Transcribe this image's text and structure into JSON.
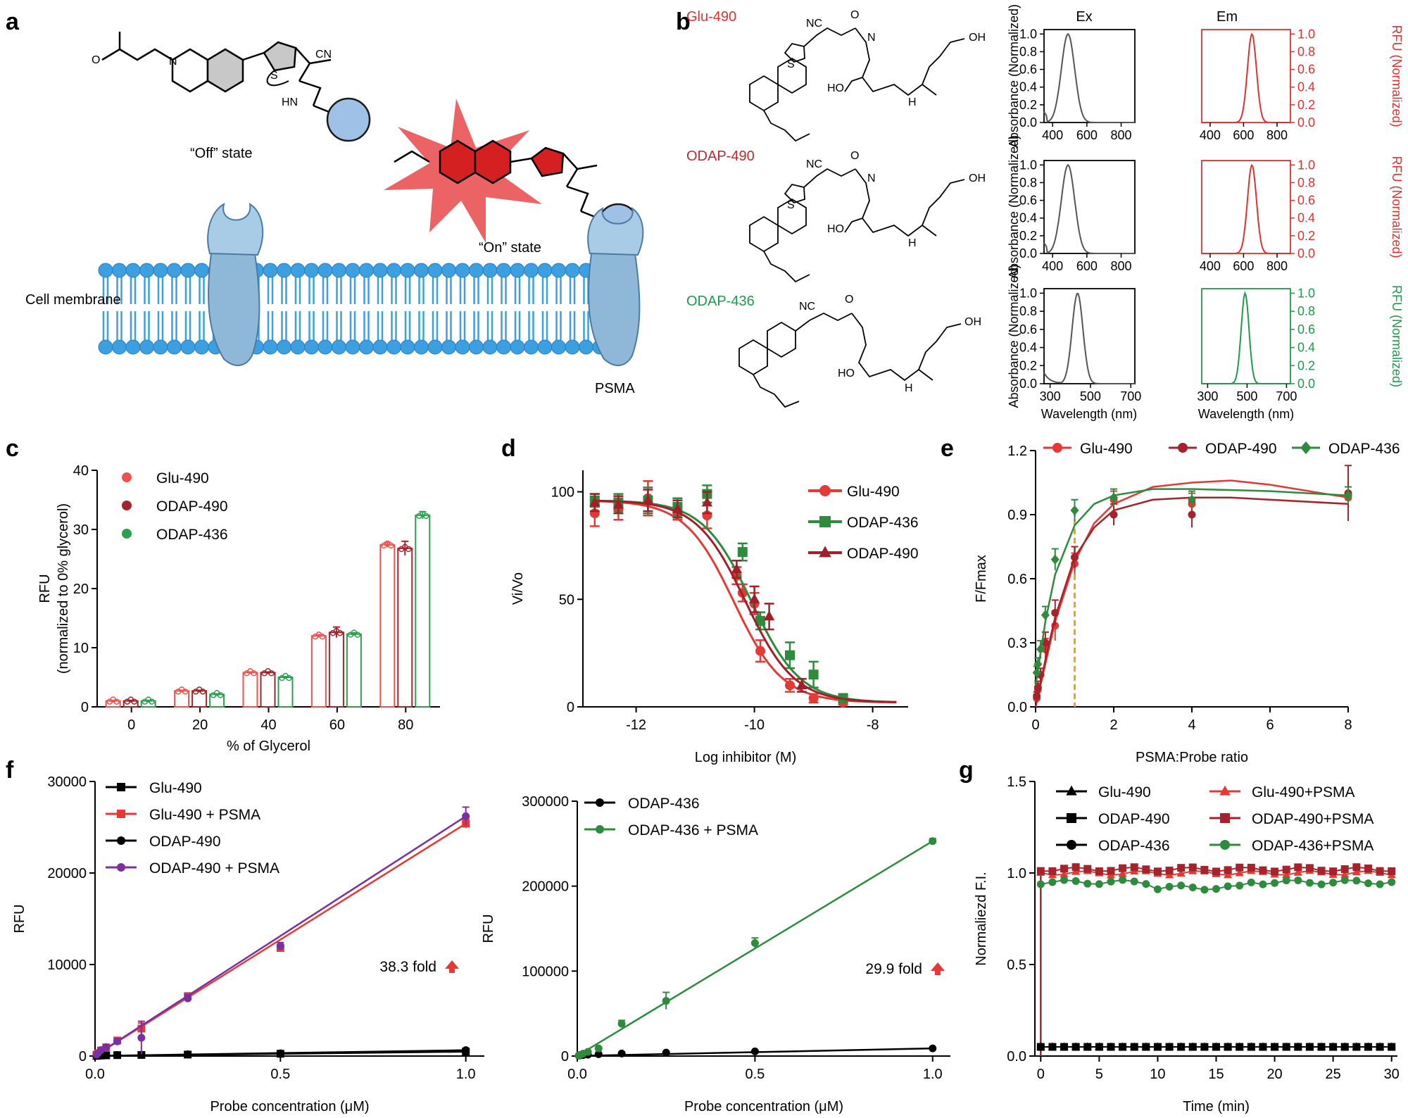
{
  "panels": [
    {
      "label": "a"
    },
    {
      "label": "b"
    },
    {
      "label": "c"
    },
    {
      "label": "d"
    },
    {
      "label": "e"
    },
    {
      "label": "f"
    },
    {
      "label": "g"
    }
  ],
  "a": {
    "off_state": "“Off” state",
    "on_state": "“On” state",
    "cell_membrane": "Cell membrane",
    "psma": "PSMA",
    "chem_labels": [
      "CN",
      "HN",
      "S",
      "O",
      "N"
    ],
    "colors": {
      "lipid": "#3c9fe0",
      "receptor": "#8fb8d8",
      "burst": "#e8484a",
      "bead": "#9fc1e6"
    }
  },
  "b": {
    "probes": [
      {
        "name": "Glu-490",
        "color": "#e03030"
      },
      {
        "name": "ODAP-490",
        "color": "#c0282e"
      },
      {
        "name": "ODAP-436",
        "color": "#1e9a4a"
      }
    ],
    "chem_labels": [
      "NC",
      "O",
      "N",
      "H",
      "OH",
      "HO",
      "S"
    ],
    "col_titles": {
      "ex": "Ex",
      "em": "Em"
    },
    "abs_label": "Absorbance (Normalized)",
    "rfu_label": "RFU (Normalized)",
    "xlabel": "Wavelength (nm)",
    "yticks": [
      "0.0",
      "0.2",
      "0.4",
      "0.6",
      "0.8",
      "1.0"
    ]
  },
  "chart_data": [
    {
      "id": "b-spectra",
      "type": "line",
      "rows": [
        {
          "ex_peak": 490,
          "em_peak": 650,
          "xticks": [
            "400",
            "600",
            "800"
          ],
          "xlim": [
            350,
            880
          ],
          "em_color": "#e03030"
        },
        {
          "ex_peak": 490,
          "em_peak": 650,
          "xticks": [
            "400",
            "600",
            "800"
          ],
          "xlim": [
            350,
            880
          ],
          "em_color": "#e03030"
        },
        {
          "ex_peak": 436,
          "em_peak": 490,
          "xticks": [
            "300",
            "500",
            "700"
          ],
          "xlim": [
            270,
            720
          ],
          "em_color": "#1e9a4a"
        }
      ],
      "ylim": [
        0,
        1.05
      ]
    },
    {
      "id": "c",
      "type": "bar",
      "title": "",
      "xlabel": "% of Glycerol",
      "ylabel": "RFU",
      "ylabel2": "(normalized to 0% glycerol)",
      "categories": [
        "0",
        "20",
        "40",
        "60",
        "80"
      ],
      "ylim": [
        0,
        40
      ],
      "yticks": [
        "0",
        "10",
        "20",
        "30",
        "40"
      ],
      "series": [
        {
          "name": "Glu-490",
          "color": "#ef5350",
          "values": [
            1.0,
            2.7,
            5.8,
            12.0,
            27.4
          ],
          "err": [
            0.1,
            0.1,
            0.1,
            0.2,
            0.4
          ]
        },
        {
          "name": "ODAP-490",
          "color": "#a5232b",
          "values": [
            1.0,
            2.7,
            5.8,
            12.6,
            26.8
          ],
          "err": [
            0.1,
            0.1,
            0.1,
            0.9,
            1.2
          ]
        },
        {
          "name": "ODAP-436",
          "color": "#2e9e4f",
          "values": [
            1.0,
            2.1,
            5.0,
            12.3,
            32.4
          ],
          "err": [
            0.1,
            0.1,
            0.1,
            0.2,
            0.6
          ]
        }
      ]
    },
    {
      "id": "d",
      "type": "scatter",
      "xlabel": "Log inhibitor (M)",
      "ylabel": "Vi/Vo",
      "xlim": [
        -12.9,
        -7.4
      ],
      "ylim": [
        0,
        110
      ],
      "xticks": [
        "-12",
        "-10",
        "-8"
      ],
      "yticks": [
        "0",
        "50",
        "100"
      ],
      "series": [
        {
          "name": "Glu-490",
          "color": "#e53935",
          "marker": "circle",
          "logIC50": -10.35,
          "x": [
            -12.7,
            -12.3,
            -11.8,
            -11.3,
            -10.8,
            -10.3,
            -10.2,
            -10.0,
            -9.9,
            -9.4,
            -9.0,
            -8.5
          ],
          "y": [
            90,
            92,
            97,
            90,
            89,
            61,
            53,
            48,
            26,
            10,
            4,
            2
          ],
          "err": [
            6,
            5,
            8,
            3,
            6,
            4,
            4,
            5,
            5,
            3,
            2,
            1
          ]
        },
        {
          "name": "ODAP-436",
          "color": "#2e8b3d",
          "marker": "square",
          "logIC50": -10.05,
          "x": [
            -12.7,
            -12.3,
            -11.8,
            -11.3,
            -10.8,
            -10.2,
            -9.9,
            -9.4,
            -9.0,
            -8.5
          ],
          "y": [
            96,
            95,
            96,
            93,
            99,
            72,
            40,
            24,
            15,
            4
          ],
          "err": [
            3,
            4,
            6,
            4,
            4,
            4,
            4,
            6,
            6,
            2
          ]
        },
        {
          "name": "ODAP-490",
          "color": "#a21f2a",
          "marker": "triangle",
          "logIC50": -10.15,
          "x": [
            -12.7,
            -12.3,
            -11.8,
            -11.3,
            -10.8,
            -10.3,
            -10.0,
            -9.75,
            -9.2
          ],
          "y": [
            95,
            94,
            96,
            92,
            95,
            64,
            50,
            42,
            10
          ],
          "err": [
            4,
            4,
            5,
            4,
            5,
            4,
            6,
            6,
            3
          ]
        }
      ]
    },
    {
      "id": "e",
      "type": "scatter",
      "xlabel": "PSMA:Probe ratio",
      "ylabel": "F/Fmax",
      "xlim": [
        0,
        8
      ],
      "ylim": [
        0,
        1.2
      ],
      "xticks": [
        "0",
        "2",
        "4",
        "6",
        "8"
      ],
      "yticks": [
        "0.0",
        "0.3",
        "0.6",
        "0.9",
        "1.2"
      ],
      "reference_x": 1,
      "series": [
        {
          "name": "Glu-490",
          "color": "#e53935",
          "marker": "circle",
          "x": [
            0.03,
            0.06,
            0.125,
            0.25,
            0.5,
            1,
            2,
            4,
            8
          ],
          "y": [
            0.04,
            0.08,
            0.15,
            0.27,
            0.38,
            0.67,
            0.97,
            0.95,
            0.98
          ],
          "err": [
            0.02,
            0.03,
            0.03,
            0.05,
            0.07,
            0.05,
            0.04,
            0.05,
            0.05
          ],
          "fit": [
            [
              0,
              0
            ],
            [
              0.25,
              0.2
            ],
            [
              0.5,
              0.4
            ],
            [
              1,
              0.68
            ],
            [
              1.5,
              0.86
            ],
            [
              2,
              0.95
            ],
            [
              3,
              1.03
            ],
            [
              4,
              1.05
            ],
            [
              5,
              1.06
            ],
            [
              6,
              1.04
            ],
            [
              8,
              0.98
            ]
          ]
        },
        {
          "name": "ODAP-490",
          "color": "#a5232b",
          "marker": "circle",
          "x": [
            0.03,
            0.06,
            0.125,
            0.25,
            0.5,
            1,
            2,
            4,
            8
          ],
          "y": [
            0.05,
            0.09,
            0.15,
            0.3,
            0.44,
            0.7,
            0.9,
            0.9,
            1.0
          ],
          "err": [
            0.02,
            0.03,
            0.03,
            0.05,
            0.06,
            0.05,
            0.05,
            0.06,
            0.13
          ],
          "fit": [
            [
              0,
              0
            ],
            [
              0.25,
              0.22
            ],
            [
              0.5,
              0.42
            ],
            [
              1,
              0.7
            ],
            [
              1.5,
              0.84
            ],
            [
              2,
              0.92
            ],
            [
              3,
              0.97
            ],
            [
              4,
              0.98
            ],
            [
              5,
              0.98
            ],
            [
              6,
              0.97
            ],
            [
              8,
              0.95
            ]
          ]
        },
        {
          "name": "ODAP-436",
          "color": "#2e8b3d",
          "marker": "diamond",
          "x": [
            0.03,
            0.06,
            0.125,
            0.25,
            0.5,
            1,
            2,
            4,
            8
          ],
          "y": [
            0.16,
            0.2,
            0.27,
            0.43,
            0.69,
            0.92,
            0.98,
            0.97,
            0.99
          ],
          "err": [
            0.03,
            0.03,
            0.04,
            0.04,
            0.05,
            0.05,
            0.04,
            0.04,
            0.04
          ],
          "fit": [
            [
              0,
              0.1
            ],
            [
              0.25,
              0.4
            ],
            [
              0.5,
              0.62
            ],
            [
              1,
              0.85
            ],
            [
              1.5,
              0.95
            ],
            [
              2,
              0.99
            ],
            [
              3,
              1.02
            ],
            [
              4,
              1.02
            ],
            [
              6,
              1.01
            ],
            [
              8,
              0.99
            ]
          ]
        }
      ]
    },
    {
      "id": "f-left",
      "type": "line",
      "xlabel": "Probe concentration (μM)",
      "ylabel": "RFU",
      "xlim": [
        0,
        1.05
      ],
      "ylim": [
        0,
        30000
      ],
      "xticks": [
        "0.0",
        "0.5",
        "1.0"
      ],
      "yticks": [
        "0",
        "10000",
        "20000",
        "30000"
      ],
      "annotation": "38.3 fold",
      "series": [
        {
          "name": "Glu-490",
          "color": "#000000",
          "marker": "square",
          "x": [
            0.004,
            0.008,
            0.016,
            0.03,
            0.06,
            0.125,
            0.25,
            0.5,
            1
          ],
          "y": [
            20,
            40,
            60,
            80,
            100,
            120,
            160,
            250,
            480
          ]
        },
        {
          "name": "Glu-490 + PSMA",
          "color": "#e53935",
          "marker": "square",
          "x": [
            0.004,
            0.008,
            0.016,
            0.03,
            0.06,
            0.125,
            0.25,
            0.5,
            1
          ],
          "y": [
            150,
            300,
            600,
            950,
            1700,
            3000,
            6500,
            11800,
            25400
          ],
          "err": [
            50,
            60,
            80,
            120,
            200,
            600,
            400,
            400,
            500
          ]
        },
        {
          "name": "ODAP-490",
          "color": "#000000",
          "marker": "circle",
          "x": [
            0.004,
            0.008,
            0.016,
            0.03,
            0.06,
            0.125,
            0.25,
            0.5,
            1
          ],
          "y": [
            25,
            45,
            70,
            90,
            120,
            140,
            190,
            300,
            640
          ]
        },
        {
          "name": "ODAP-490 + PSMA",
          "color": "#7b2fa0",
          "marker": "circle",
          "x": [
            0.004,
            0.008,
            0.016,
            0.03,
            0.06,
            0.125,
            0.25,
            0.5,
            1
          ],
          "y": [
            160,
            320,
            650,
            980,
            1600,
            2000,
            6300,
            12000,
            26200
          ],
          "err": [
            50,
            60,
            80,
            120,
            200,
            1800,
            400,
            400,
            1000
          ]
        }
      ]
    },
    {
      "id": "f-right",
      "type": "line",
      "xlabel": "Probe concentration (μM)",
      "ylabel": "RFU",
      "xlim": [
        0,
        1.05
      ],
      "ylim": [
        0,
        300000
      ],
      "xticks": [
        "0.0",
        "0.5",
        "1.0"
      ],
      "yticks": [
        "0",
        "100000",
        "200000",
        "300000"
      ],
      "annotation": "29.9 fold",
      "series": [
        {
          "name": "ODAP-436",
          "color": "#000000",
          "marker": "circle",
          "x": [
            0.004,
            0.008,
            0.016,
            0.03,
            0.06,
            0.125,
            0.25,
            0.5,
            1
          ],
          "y": [
            500,
            800,
            1200,
            1700,
            2200,
            3000,
            4000,
            5500,
            9000
          ]
        },
        {
          "name": "ODAP-436 + PSMA",
          "color": "#2e8b3d",
          "marker": "circle",
          "x": [
            0.004,
            0.008,
            0.016,
            0.03,
            0.06,
            0.125,
            0.25,
            0.5,
            1
          ],
          "y": [
            800,
            1500,
            2800,
            5000,
            9000,
            38000,
            65000,
            133000,
            253000
          ],
          "err": [
            200,
            300,
            400,
            600,
            900,
            4000,
            10000,
            6000,
            3000
          ]
        }
      ]
    },
    {
      "id": "g",
      "type": "line",
      "xlabel": "Time (min)",
      "ylabel": "Normaliezd F.I.",
      "xlim": [
        -0.5,
        30.5
      ],
      "ylim": [
        0,
        1.5
      ],
      "xticks": [
        "0",
        "5",
        "10",
        "15",
        "20",
        "25",
        "30"
      ],
      "yticks": [
        "0.0",
        "0.5",
        "1.0",
        "1.5"
      ],
      "series": [
        {
          "name": "Glu-490",
          "color": "#000000",
          "marker": "triangle",
          "const": 0.05
        },
        {
          "name": "ODAP-490",
          "color": "#000000",
          "marker": "square",
          "const": 0.05
        },
        {
          "name": "ODAP-436",
          "color": "#000000",
          "marker": "circle",
          "const": 0.05
        },
        {
          "name": "Glu-490+PSMA",
          "color": "#e53935",
          "marker": "triangle",
          "const": 1.0
        },
        {
          "name": "ODAP-490+PSMA",
          "color": "#a5232b",
          "marker": "square",
          "const": 1.02
        },
        {
          "name": "ODAP-436+PSMA",
          "color": "#2e8b3d",
          "marker": "circle",
          "const": 0.95
        }
      ]
    }
  ]
}
